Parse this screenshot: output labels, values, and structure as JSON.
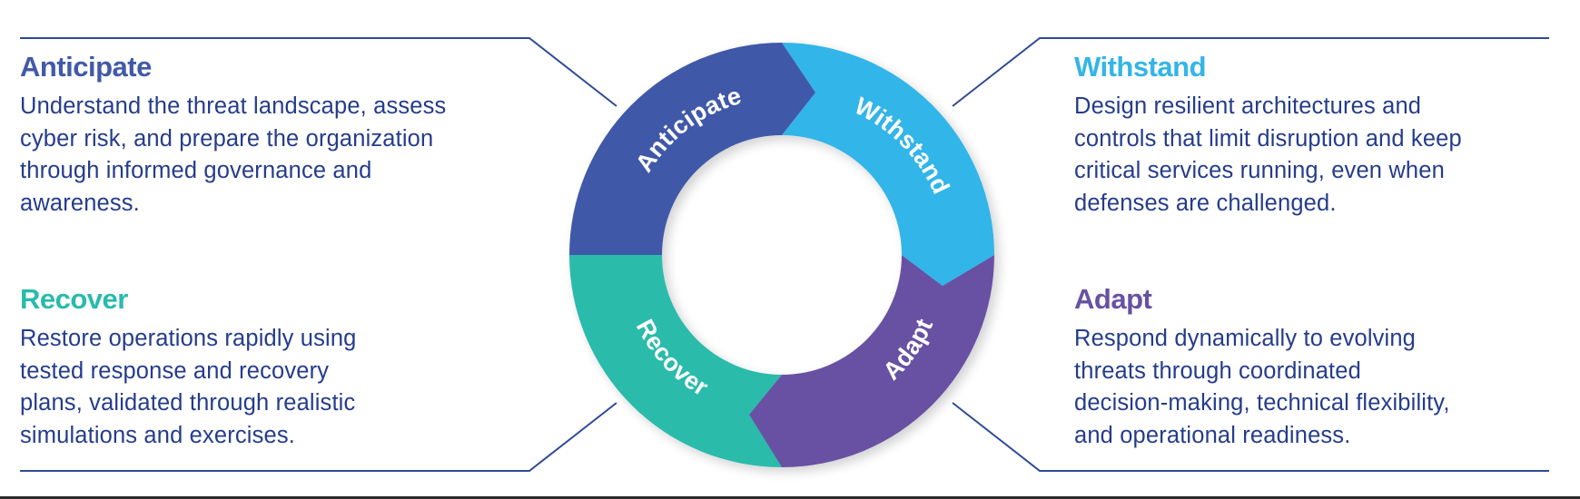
{
  "colors": {
    "anticipate": "#4159a8",
    "withstand": "#33b5e8",
    "adapt": "#6751a3",
    "recover": "#29bbab",
    "body_text": "#253c8c",
    "connector_line": "#2f4a96"
  },
  "cycle": {
    "center_label": "",
    "segments": [
      {
        "id": "anticipate",
        "label": "Anticipate"
      },
      {
        "id": "withstand",
        "label": "Withstand"
      },
      {
        "id": "adapt",
        "label": "Adapt"
      },
      {
        "id": "recover",
        "label": "Recover"
      }
    ]
  },
  "blocks": {
    "anticipate": {
      "title": "Anticipate",
      "lines": [
        "Understand the threat landscape, assess",
        "cyber risk, and prepare the organization",
        "through informed governance and",
        "awareness."
      ]
    },
    "withstand": {
      "title": "Withstand",
      "lines": [
        "Design resilient architectures and",
        "controls that limit disruption and keep",
        "critical services running, even when",
        "defenses are challenged."
      ]
    },
    "recover": {
      "title": "Recover",
      "lines": [
        "Restore operations rapidly using",
        "tested response and recovery",
        "plans, validated through realistic",
        "simulations and exercises."
      ]
    },
    "adapt": {
      "title": "Adapt",
      "lines": [
        "Respond dynamically to evolving",
        "threats through coordinated",
        "decision-making, technical flexibility,",
        "and operational readiness."
      ]
    }
  }
}
